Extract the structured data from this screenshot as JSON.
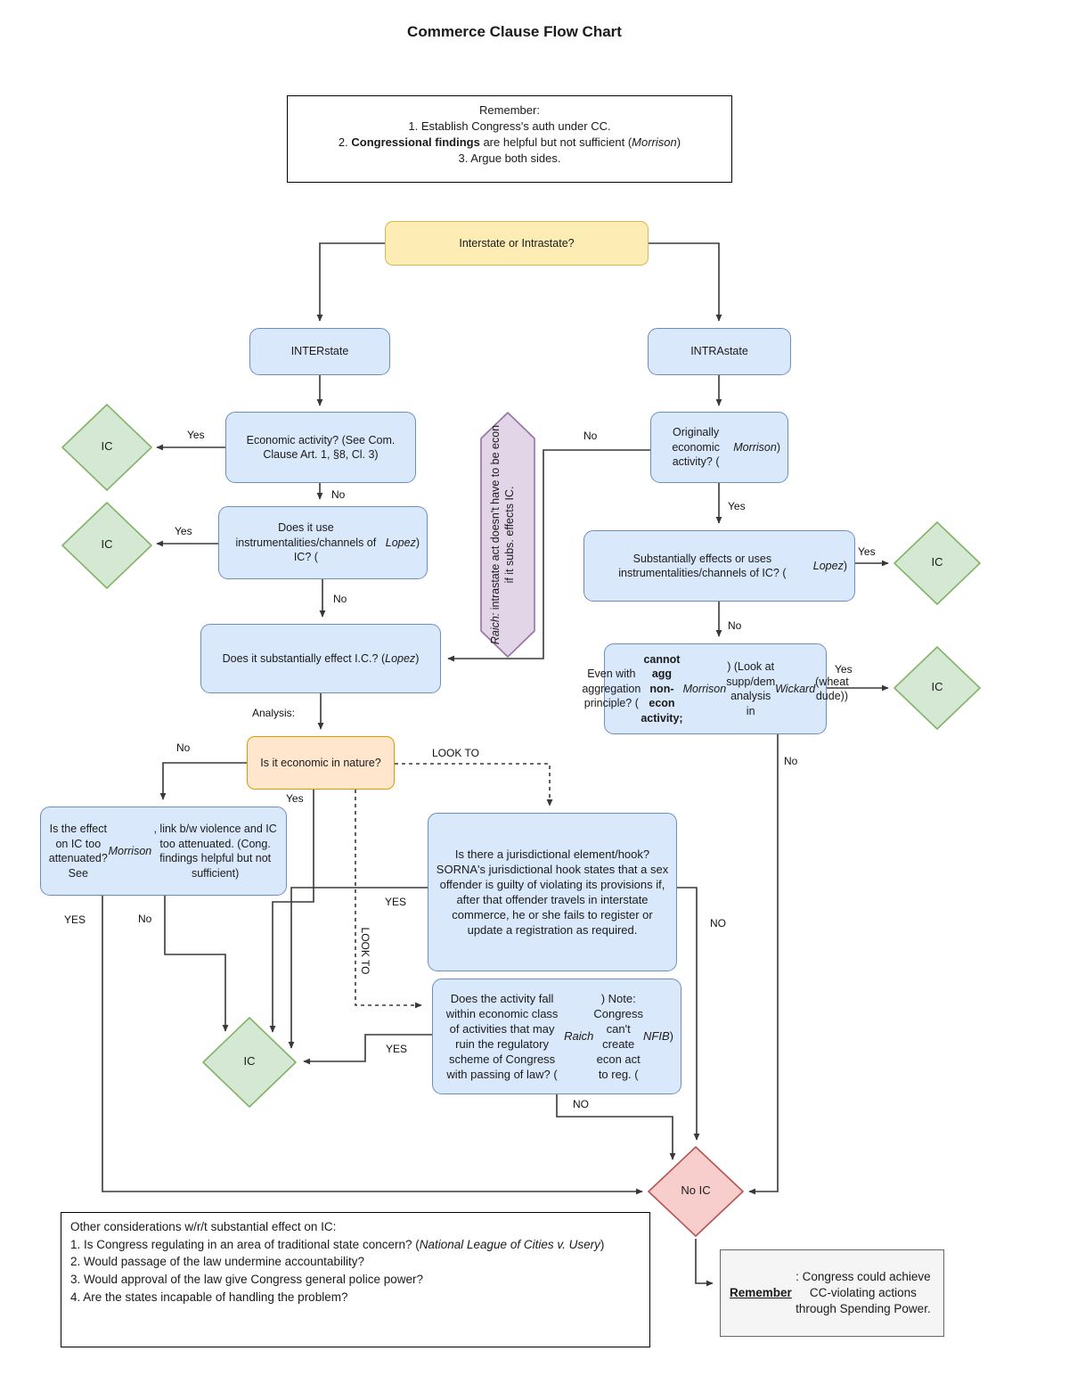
{
  "title": "Commerce Clause Flow Chart",
  "colors": {
    "process_blue_fill": "#dae8fc",
    "process_blue_border": "#6c8ebf",
    "start_yellow_fill": "#fdedb4",
    "start_yellow_border": "#d6b656",
    "decision_orange_fill": "#ffe6cc",
    "decision_orange_border": "#d79b00",
    "result_green_fill": "#d5e8d4",
    "result_green_border": "#82b366",
    "result_red_fill": "#f8cecc",
    "result_red_border": "#b85450",
    "note_purple_fill": "#e1d5e7",
    "note_purple_border": "#9673a6",
    "note_gray_fill": "#f5f5f5",
    "note_gray_border": "#666666",
    "wire": "#383838"
  },
  "edge_labels": {
    "yes": "Yes",
    "no": "No",
    "yes_caps": "YES",
    "no_caps": "NO",
    "look_to": "LOOK TO",
    "analysis": "Analysis:"
  },
  "nodes": {
    "remember_top": {
      "lines": [
        [
          {
            "t": "Remember:"
          }
        ],
        [
          {
            "t": "1. Establish Congress's auth under CC."
          }
        ],
        [
          {
            "t": "2. "
          },
          {
            "t": "Congressional findings",
            "s": "b"
          },
          {
            "t": " are helpful but not sufficient ("
          },
          {
            "t": "Morrison",
            "s": "i"
          },
          {
            "t": ")"
          }
        ],
        [
          {
            "t": "3. Argue both sides."
          }
        ]
      ]
    },
    "interstate_question": {
      "text": "Interstate or Intrastate?"
    },
    "interstate": {
      "text": "INTERstate"
    },
    "intrastate": {
      "text": "INTRAstate"
    },
    "economic_activity": [
      {
        "t": "Economic activity? (See Com. Clause Art. 1, §8, Cl. 3)"
      }
    ],
    "instrumentalities": [
      {
        "t": "Does it use instrumentalities/channels of IC? ("
      },
      {
        "t": "Lopez",
        "s": "i"
      },
      {
        "t": ")"
      }
    ],
    "substantial_effect": [
      {
        "t": "Does it substantially effect I.C.? ("
      },
      {
        "t": "Lopez",
        "s": "i"
      },
      {
        "t": ")"
      }
    ],
    "raich_note": [
      {
        "t": "Raich:",
        "s": "i"
      },
      {
        "t": " intrastate act doesn't have to be econ if it subs. effects IC."
      }
    ],
    "originally_economic": [
      {
        "t": "Originally economic activity? ("
      },
      {
        "t": "Morrison",
        "s": "i"
      },
      {
        "t": ")"
      }
    ],
    "substantially_effects_uses": [
      {
        "t": "Substantially effects or uses instrumentalities/channels of IC? ("
      },
      {
        "t": "Lopez",
        "s": "i"
      },
      {
        "t": ")"
      }
    ],
    "aggregation": [
      {
        "t": "Even with aggregation principle? ("
      },
      {
        "t": "cannot agg non-econ activity;",
        "s": "b"
      },
      {
        "t": " "
      },
      {
        "t": "Morrison",
        "s": "i"
      },
      {
        "t": ") (Look at supp/dem analysis in "
      },
      {
        "t": "Wickard",
        "s": "i"
      },
      {
        "t": " (wheat dude))"
      }
    ],
    "economic_in_nature": {
      "text": "Is it economic in nature?"
    },
    "attenuated": [
      {
        "t": "Is the effect on IC too attenuated? See "
      },
      {
        "t": "Morrison",
        "s": "i"
      },
      {
        "t": ", link b/w violence and IC too attenuated. (Cong. findings helpful but not sufficient)"
      }
    ],
    "jurisdictional_hook": [
      {
        "t": "Is there a jurisdictional element/hook? SORNA's jurisdictional hook states that a sex offender is guilty of violating its provisions if, after that offender travels in interstate commerce, he or she fails to register or update a registration as required."
      }
    ],
    "economic_class": [
      {
        "t": "Does the activity fall within economic class of activities that may ruin the regulatory scheme of Congress with passing of law? ("
      },
      {
        "t": "Raich",
        "s": "i"
      },
      {
        "t": ") Note: Congress can't create econ act to reg. ("
      },
      {
        "t": "NFIB",
        "s": "i"
      },
      {
        "t": ")"
      }
    ],
    "ic": "IC",
    "no_ic": "No IC",
    "other_considerations": {
      "lines": [
        [
          {
            "t": "Other considerations w/r/t substantial effect on IC:"
          }
        ],
        [
          {
            "t": "1. Is Congress regulating in an area of traditional state concern? ("
          },
          {
            "t": "National League of Cities v. Usery",
            "s": "i"
          },
          {
            "t": ")"
          }
        ],
        [
          {
            "t": "2. Would passage of the law undermine accountability?"
          }
        ],
        [
          {
            "t": "3. Would approval of the law give Congress general police power?"
          }
        ],
        [
          {
            "t": "4. Are the states incapable of handling the problem?"
          }
        ]
      ]
    },
    "remember_bottom": [
      {
        "t": "Remember",
        "s": "bu"
      },
      {
        "t": ": Congress could achieve CC-violating actions through Spending Power."
      }
    ]
  }
}
